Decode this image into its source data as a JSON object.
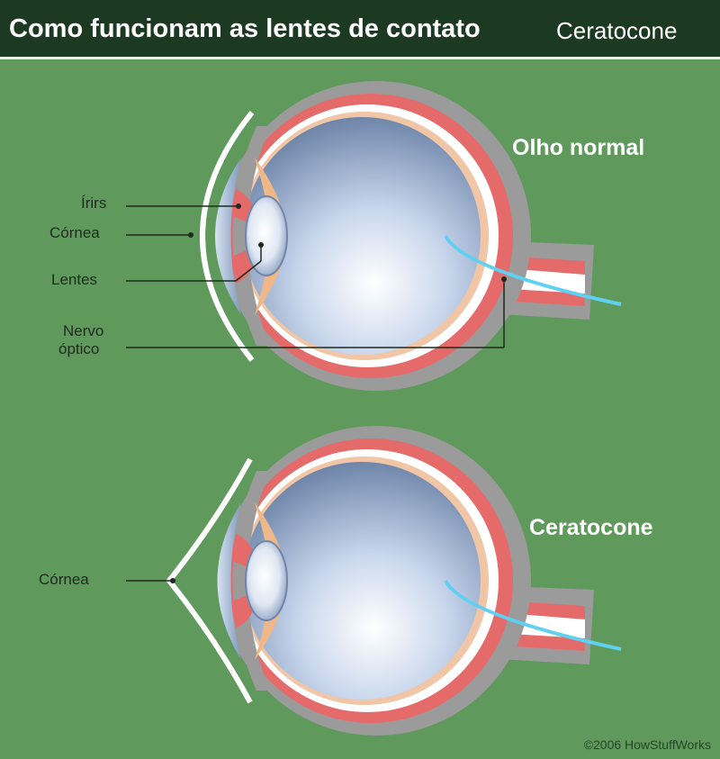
{
  "header": {
    "title": "Como funcionam as lentes de contato",
    "subtitle": "Ceratocone"
  },
  "top_eye": {
    "heading": "Olho normal",
    "labels": {
      "iris": "Írirs",
      "cornea": "Córnea",
      "lens": "Lentes",
      "nerve_line1": "Nervo",
      "nerve_line2": "óptico"
    }
  },
  "bottom_eye": {
    "heading": "Ceratocone",
    "labels": {
      "cornea": "Córnea"
    }
  },
  "credit": "©2006 HowStuffWorks",
  "colors": {
    "background": "#5f9a5c",
    "header": "#1c3a22",
    "sclera_outer": "#9b9b9b",
    "choroid": "#e56a6a",
    "retina": "#f0c6a6",
    "vitreous": "#b9c9e2",
    "optic_nerve_core": "#5fd0f2",
    "cornea": "#ffffff",
    "lines": "#1d2b1d"
  }
}
